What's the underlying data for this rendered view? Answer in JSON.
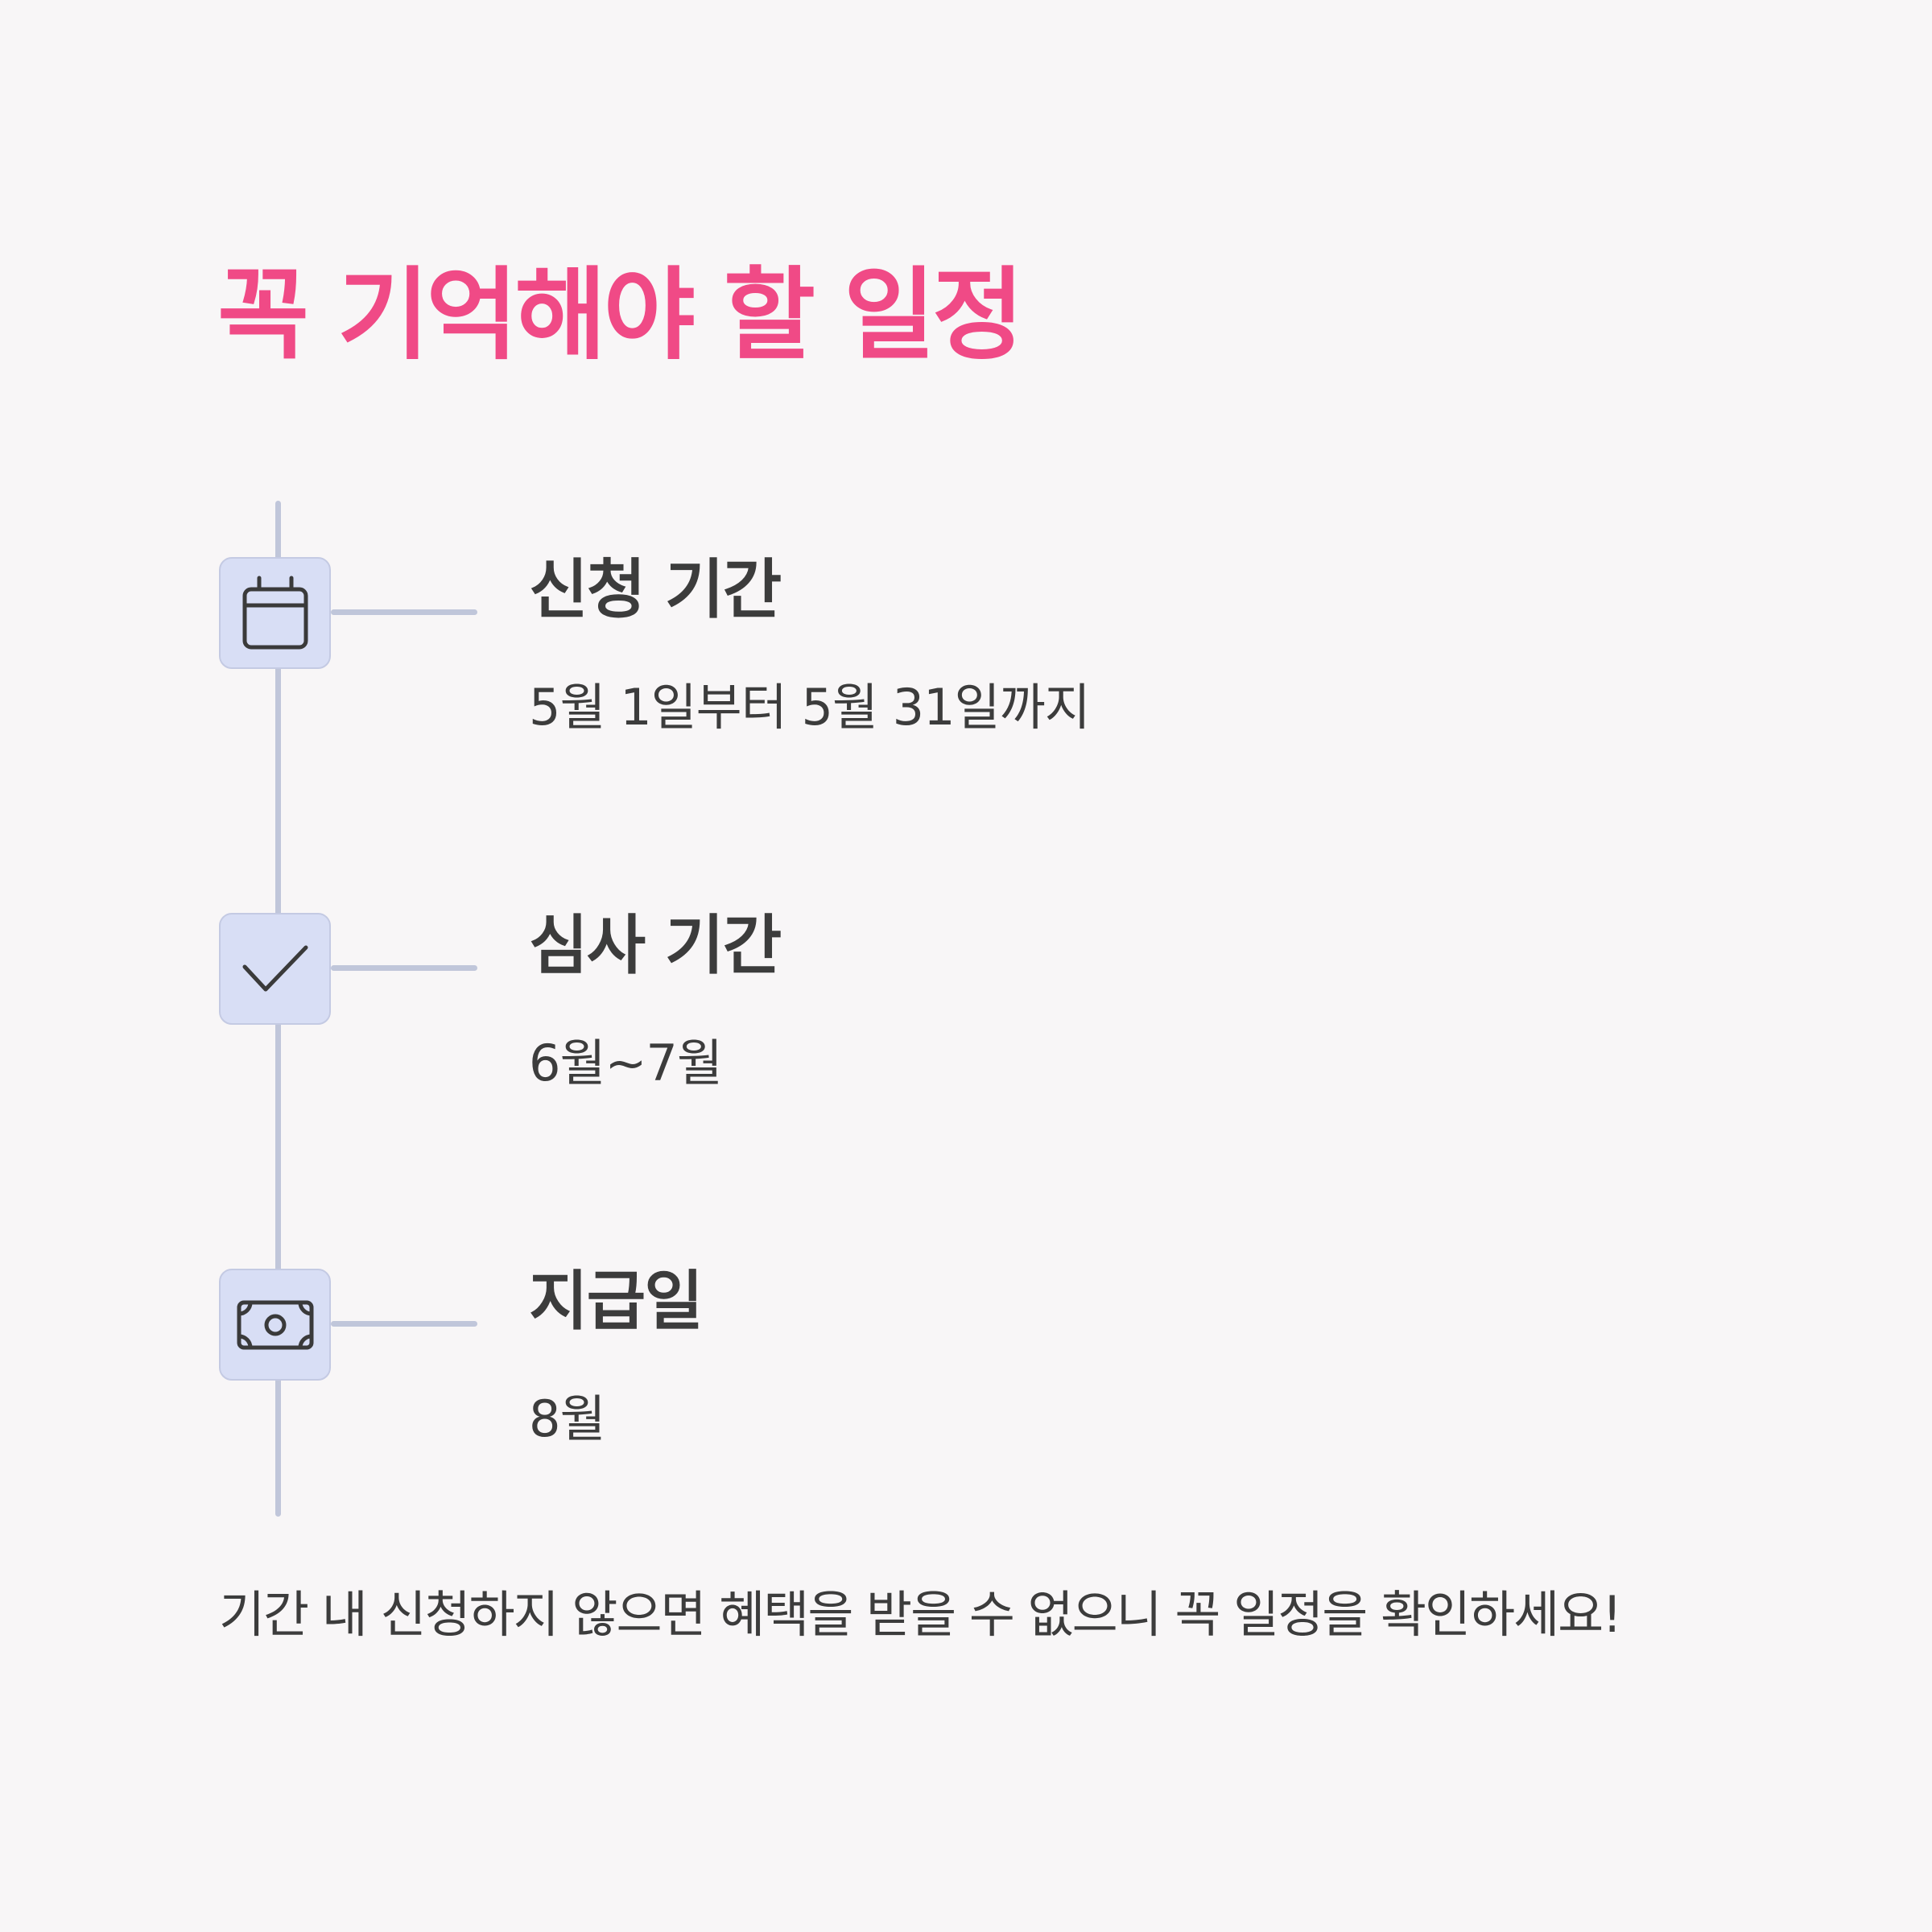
{
  "title": "꼭 기억해야 할 일정",
  "steps": [
    {
      "icon": "calendar-icon",
      "title": "신청 기간",
      "description": "5월 1일부터 5월 31일까지"
    },
    {
      "icon": "check-icon",
      "title": "심사 기간",
      "description": "6월~7월"
    },
    {
      "icon": "banknote-icon",
      "title": "지급일",
      "description": "8월"
    }
  ],
  "footer_note": "기간 내 신청하지 않으면 혜택을 받을 수 없으니 꼭 일정을 확인하세요!",
  "colors": {
    "background": "#f8f6f7",
    "title": "#f04a86",
    "text": "#3c3c3c",
    "timeline_line": "#c0c6da",
    "icon_box_fill": "#d8def5",
    "icon_box_border": "#c4cae3",
    "icon_stroke": "#3a3a3a"
  }
}
